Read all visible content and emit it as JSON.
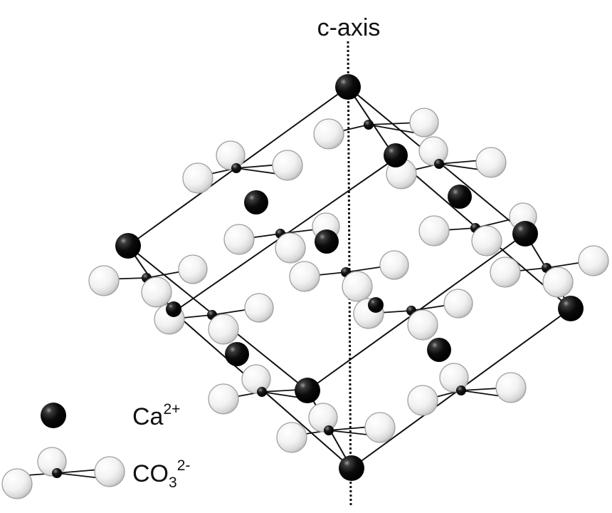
{
  "axis_label": "c-axis",
  "legend": {
    "calcium": {
      "base": "Ca",
      "sup": "2+"
    },
    "carbonate": {
      "base": "CO",
      "sub": "3",
      "sup": "2-"
    }
  },
  "colors": {
    "line": "#111111",
    "calcium": "#0a0a0a",
    "oxygen_fill": "#f4f4f4",
    "oxygen_edge": "#9a9a9a",
    "carbon": "#111111"
  }
}
